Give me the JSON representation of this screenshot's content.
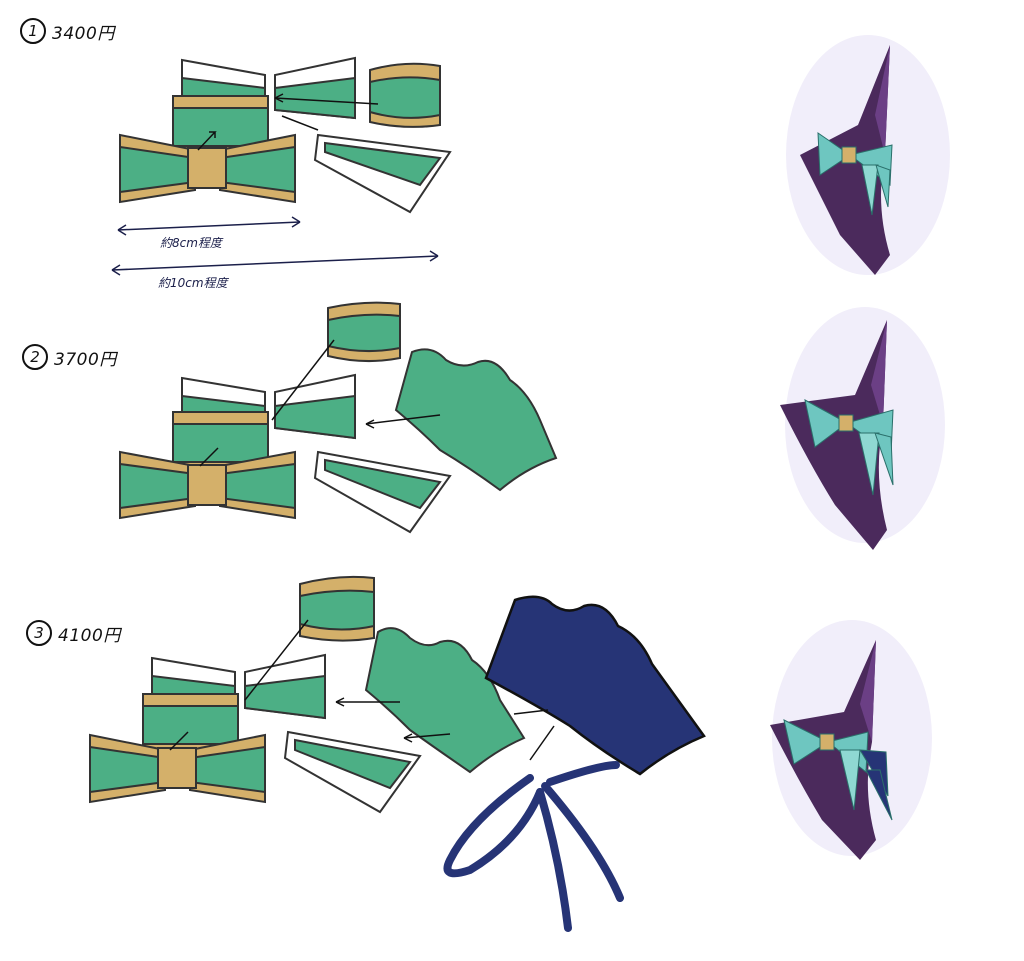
{
  "options": [
    {
      "number": "1",
      "price": "3400円"
    },
    {
      "number": "2",
      "price": "3700円"
    },
    {
      "number": "3",
      "price": "4100円"
    }
  ],
  "dimensions": {
    "inner": "約8cm程度",
    "outer": "約10cm程度"
  },
  "colors": {
    "green": "#4caf85",
    "tan": "#d4b06a",
    "navy": "#263476",
    "outline": "#333333",
    "hat": "#4b2a5c",
    "ribbon": "#6ec6c0"
  }
}
